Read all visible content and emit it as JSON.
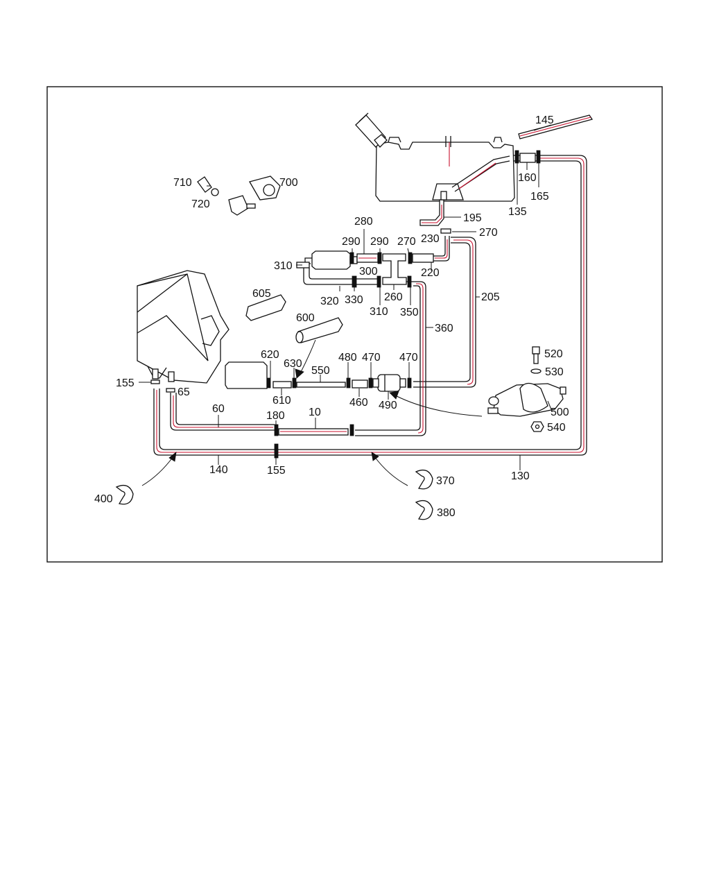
{
  "colors": {
    "line": "#111111",
    "highlight": "#c8102e",
    "background": "#ffffff"
  },
  "labels": [
    {
      "id": "145",
      "text": "145"
    },
    {
      "id": "710",
      "text": "710"
    },
    {
      "id": "700",
      "text": "700"
    },
    {
      "id": "720",
      "text": "720"
    },
    {
      "id": "160",
      "text": "160"
    },
    {
      "id": "165",
      "text": "165"
    },
    {
      "id": "135",
      "text": "135"
    },
    {
      "id": "195",
      "text": "195"
    },
    {
      "id": "280",
      "text": "280"
    },
    {
      "id": "270a",
      "text": "270"
    },
    {
      "id": "230",
      "text": "230"
    },
    {
      "id": "290a",
      "text": "290"
    },
    {
      "id": "290b",
      "text": "290"
    },
    {
      "id": "270b",
      "text": "270"
    },
    {
      "id": "310a",
      "text": "310"
    },
    {
      "id": "300",
      "text": "300"
    },
    {
      "id": "220",
      "text": "220"
    },
    {
      "id": "605",
      "text": "605"
    },
    {
      "id": "320",
      "text": "320"
    },
    {
      "id": "330",
      "text": "330"
    },
    {
      "id": "260",
      "text": "260"
    },
    {
      "id": "205",
      "text": "205"
    },
    {
      "id": "310b",
      "text": "310"
    },
    {
      "id": "350",
      "text": "350"
    },
    {
      "id": "600",
      "text": "600"
    },
    {
      "id": "360",
      "text": "360"
    },
    {
      "id": "520",
      "text": "520"
    },
    {
      "id": "620",
      "text": "620"
    },
    {
      "id": "480",
      "text": "480"
    },
    {
      "id": "470a",
      "text": "470"
    },
    {
      "id": "470b",
      "text": "470"
    },
    {
      "id": "630",
      "text": "630"
    },
    {
      "id": "550",
      "text": "550"
    },
    {
      "id": "530",
      "text": "530"
    },
    {
      "id": "155a",
      "text": "155"
    },
    {
      "id": "65",
      "text": "65"
    },
    {
      "id": "610",
      "text": "610"
    },
    {
      "id": "460",
      "text": "460"
    },
    {
      "id": "490",
      "text": "490"
    },
    {
      "id": "500",
      "text": "500"
    },
    {
      "id": "60",
      "text": "60"
    },
    {
      "id": "180",
      "text": "180"
    },
    {
      "id": "10",
      "text": "10"
    },
    {
      "id": "540",
      "text": "540"
    },
    {
      "id": "140",
      "text": "140"
    },
    {
      "id": "155b",
      "text": "155"
    },
    {
      "id": "130",
      "text": "130"
    },
    {
      "id": "370",
      "text": "370"
    },
    {
      "id": "400",
      "text": "400"
    },
    {
      "id": "380",
      "text": "380"
    }
  ]
}
